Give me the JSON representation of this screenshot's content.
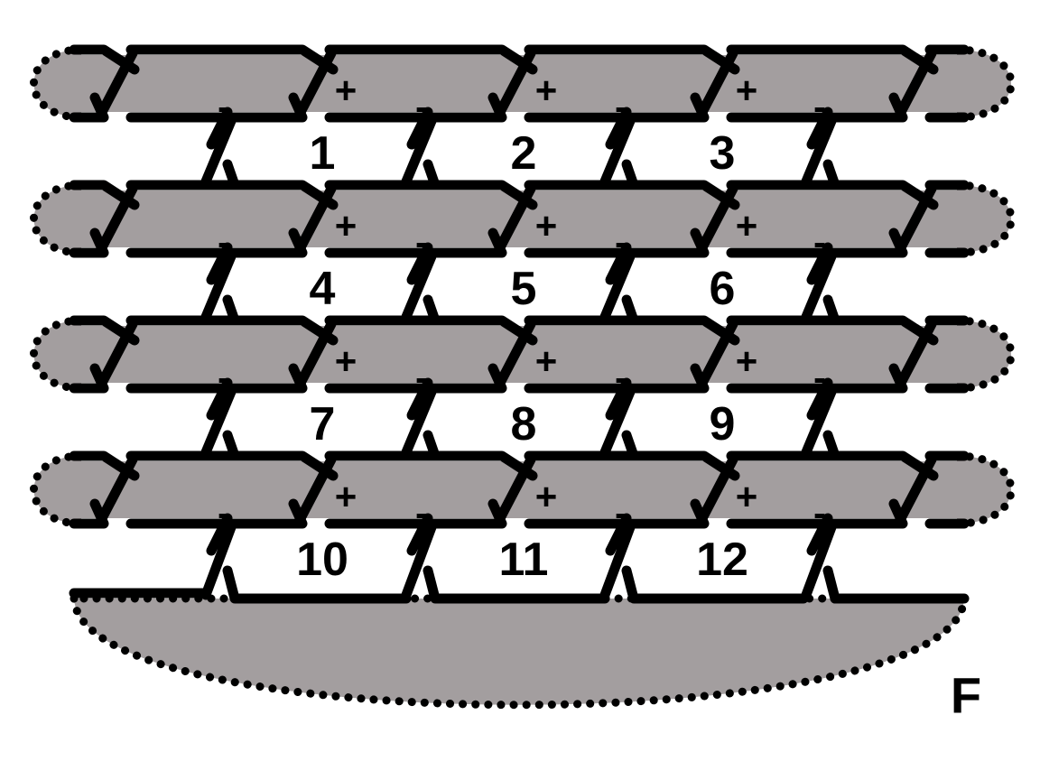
{
  "diagram": {
    "colors": {
      "shaded": "#a39e9f",
      "strand": "#000000",
      "background": "#ffffff"
    },
    "rows": [
      {
        "signs": [
          "-",
          "+",
          "-",
          "+",
          "-",
          "+",
          "-"
        ]
      },
      {
        "signs": [
          "-",
          "+",
          "-",
          "+",
          "-",
          "+",
          "-"
        ]
      },
      {
        "signs": [
          "-",
          "+",
          "-",
          "+",
          "-",
          "+",
          "-"
        ]
      },
      {
        "signs": [
          "-",
          "+",
          "-",
          "+",
          "-",
          "+",
          "-"
        ]
      }
    ],
    "regions": [
      [
        "1",
        "2",
        "3"
      ],
      [
        "4",
        "5",
        "6"
      ],
      [
        "7",
        "8",
        "9"
      ],
      [
        "10",
        "11",
        "12"
      ]
    ],
    "face_label": "F"
  }
}
